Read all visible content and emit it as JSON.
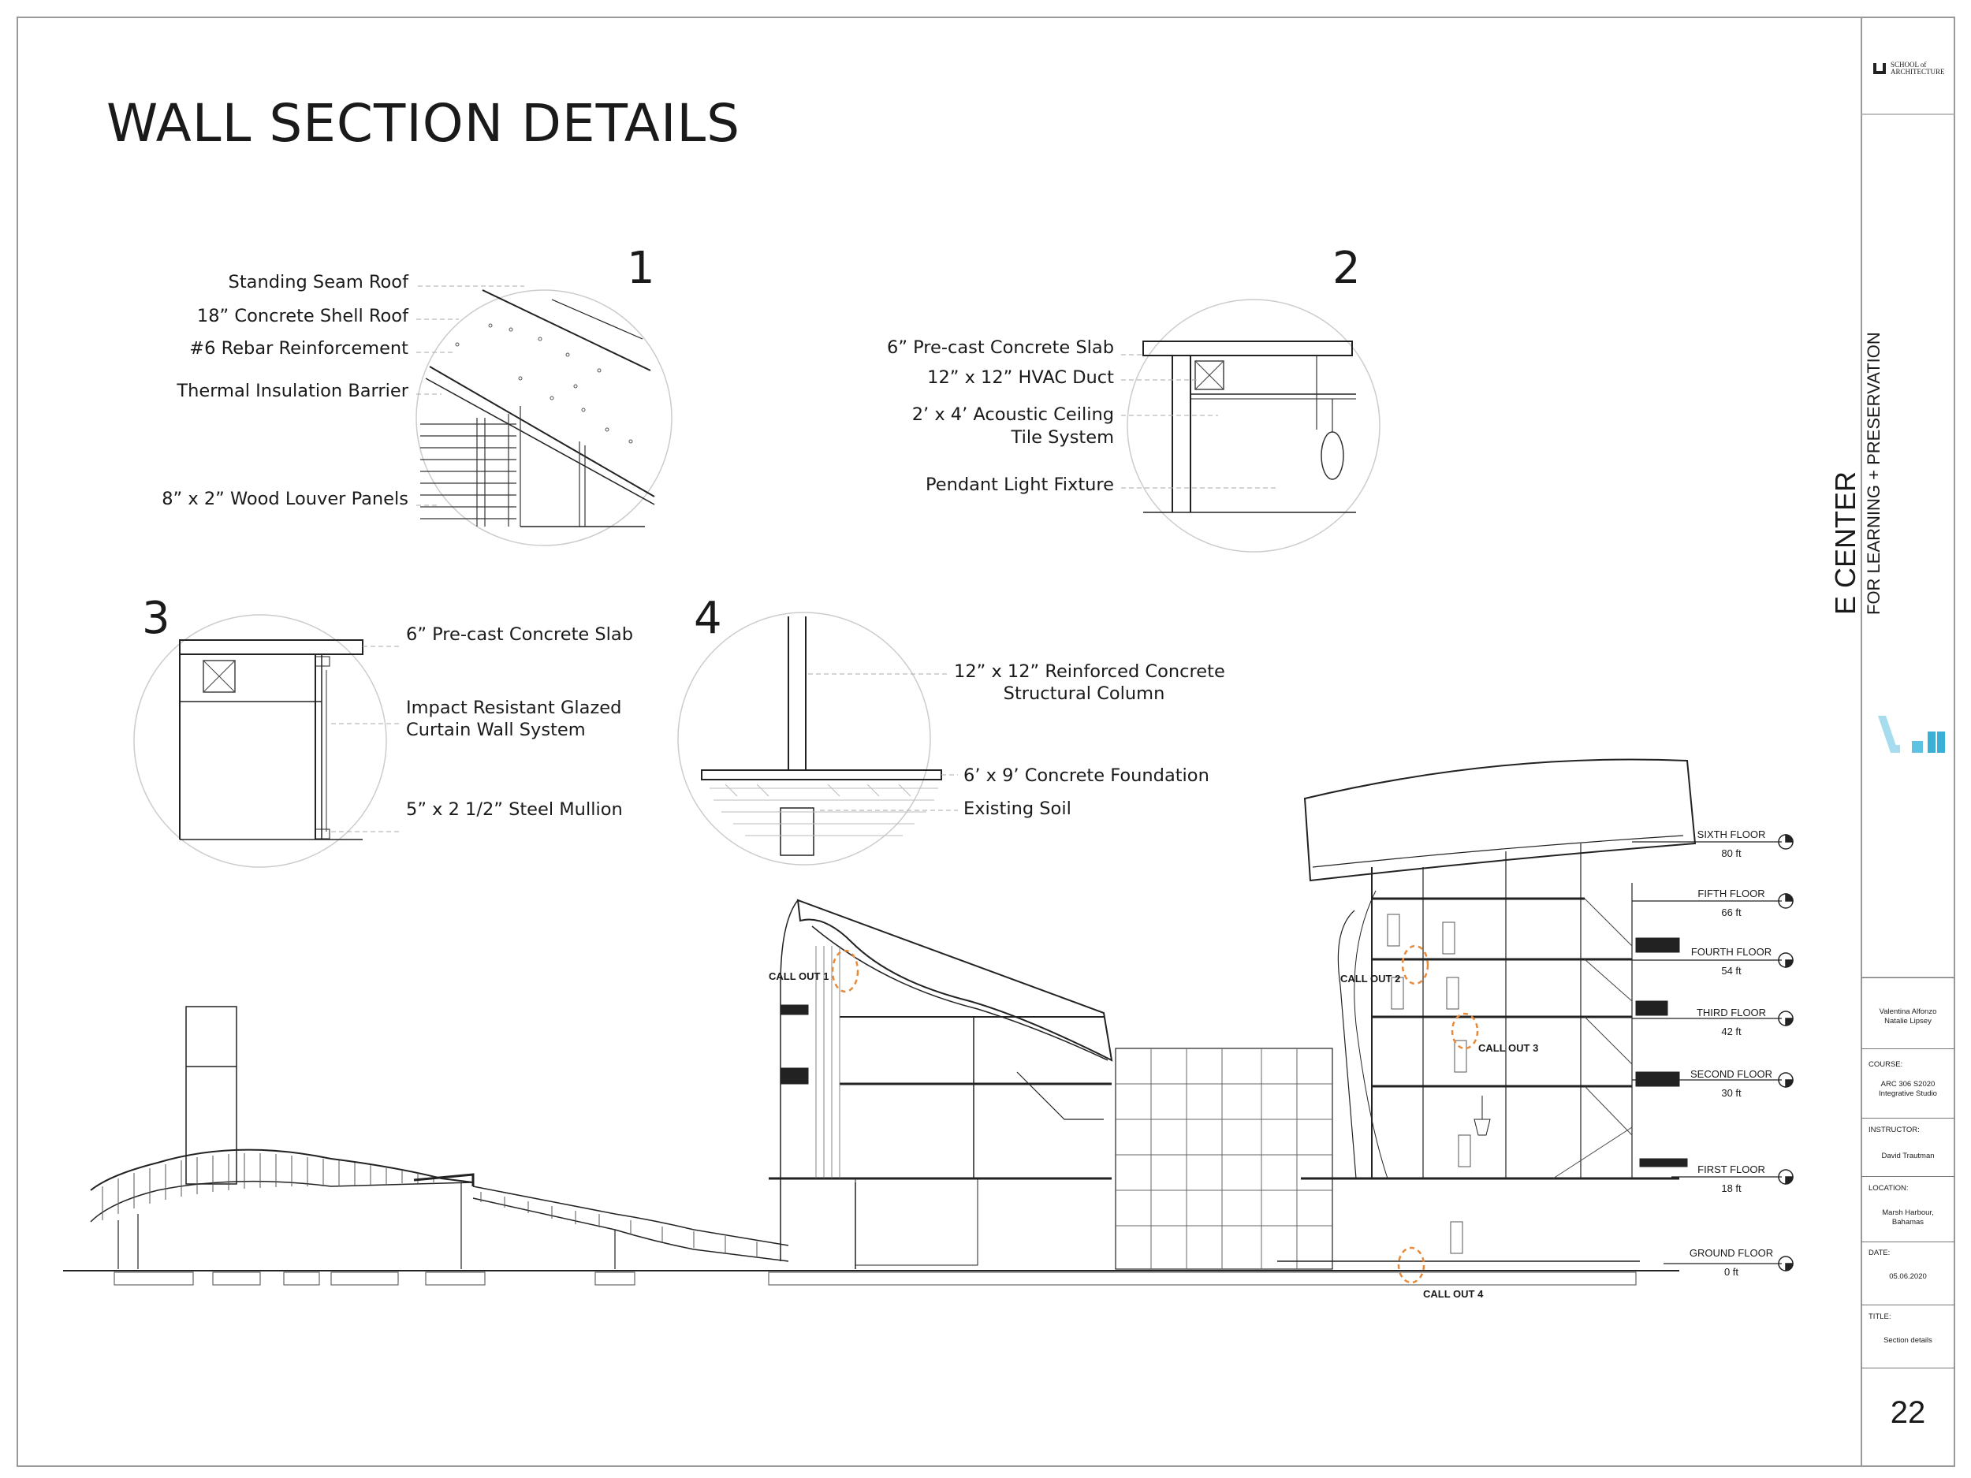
{
  "sheet": {
    "title": "WALL SECTION DETAILS"
  },
  "details": [
    {
      "number": "1",
      "labels": [
        "Standing Seam Roof",
        "18” Concrete Shell Roof",
        "#6 Rebar Reinforcement",
        "Thermal Insulation Barrier",
        "8” x 2” Wood Louver Panels"
      ]
    },
    {
      "number": "2",
      "labels": [
        "6” Pre-cast Concrete Slab",
        "12” x 12” HVAC Duct",
        "2’ x 4’ Acoustic Ceiling",
        "Tile System",
        "Pendant Light Fixture"
      ]
    },
    {
      "number": "3",
      "labels": [
        "6” Pre-cast Concrete Slab",
        "Impact Resistant Glazed",
        "Curtain Wall System",
        "5” x 2 1/2” Steel Mullion"
      ]
    },
    {
      "number": "4",
      "labels": [
        "12” x 12” Reinforced Concrete",
        "Structural Column",
        "6’ x 9’ Concrete Foundation",
        "Existing Soil"
      ]
    }
  ],
  "callouts": [
    "CALL OUT 1",
    "CALL OUT 2",
    "CALL OUT 3",
    "CALL OUT 4"
  ],
  "levels": [
    {
      "name": "SIXTH FLOOR",
      "elevation": "80 ft"
    },
    {
      "name": "FIFTH FLOOR",
      "elevation": "66 ft"
    },
    {
      "name": "FOURTH FLOOR",
      "elevation": "54 ft"
    },
    {
      "name": "THIRD FLOOR",
      "elevation": "42 ft"
    },
    {
      "name": "SECOND FLOOR",
      "elevation": "30 ft"
    },
    {
      "name": "FIRST FLOOR",
      "elevation": "18 ft"
    },
    {
      "name": "GROUND FLOOR",
      "elevation": "0 ft"
    }
  ],
  "title_block": {
    "school": "SCHOOL of ARCHITECTURE",
    "project_name": "E CENTER",
    "project_subtitle": "FOR LEARNING + PRESERVATION",
    "students": "Valentina Alfonzo\nNatalie Lipsey",
    "course_label": "COURSE:",
    "course": "ARC 306 S2020\nIntegrative Studio",
    "instructor_label": "INSTRUCTOR:",
    "instructor": "David Trautman",
    "location_label": "LOCATION:",
    "location": "Marsh Harbour,\nBahamas",
    "date_label": "DATE:",
    "date": "05.06.2020",
    "title_label": "TITLE:",
    "title": "Section details",
    "sheet_number": "22"
  },
  "colors": {
    "callout_ring": "#e8893a",
    "logo_blue": "#3bb0d6",
    "line": "#222222"
  }
}
